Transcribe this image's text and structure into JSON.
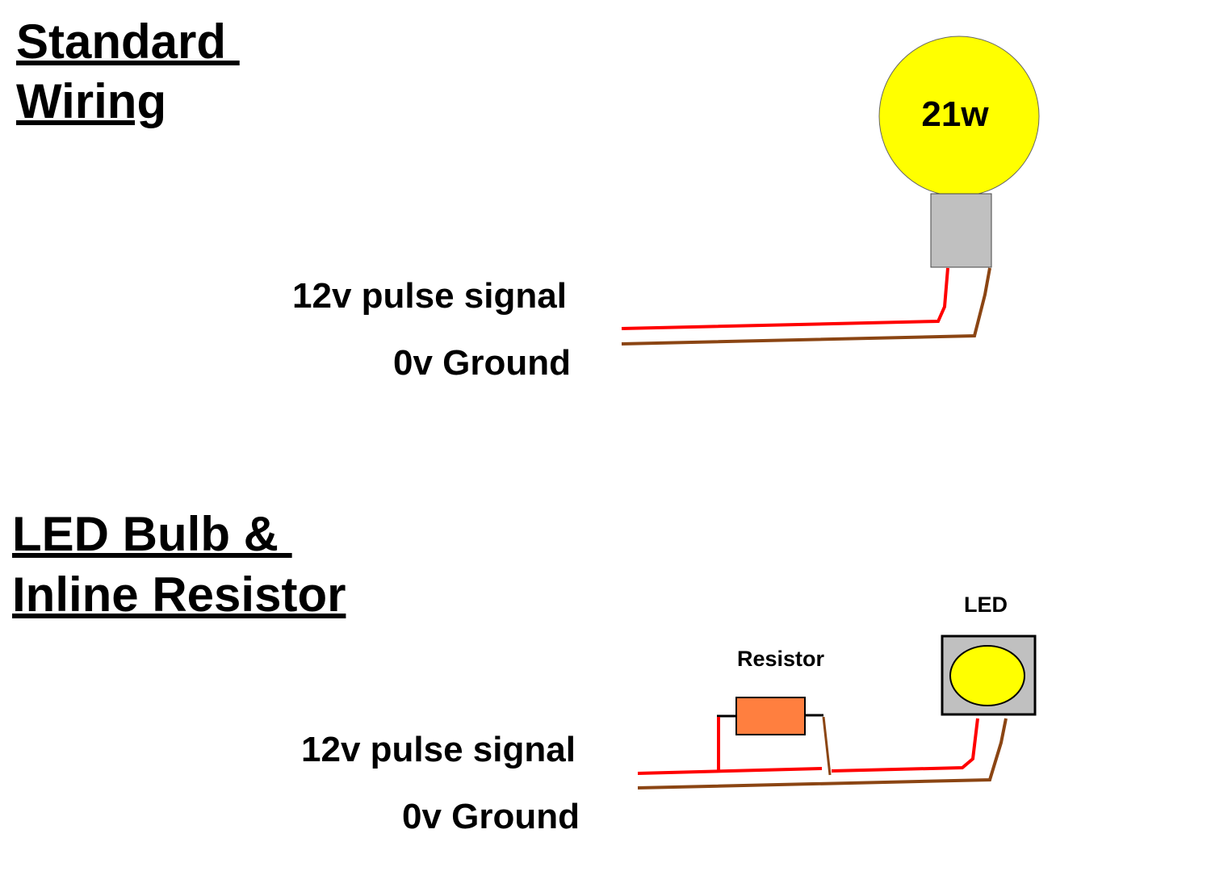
{
  "colors": {
    "signal_wire": "#ff0000",
    "ground_wire": "#8b4513",
    "bulb_fill": "#ffff00",
    "bulb_base": "#c0c0c0",
    "resistor_fill": "#ff7f3f",
    "led_housing": "#c0c0c0"
  },
  "standard": {
    "title_line1": "Standard ",
    "title_line2": "Wiring",
    "bulb_label": "21w",
    "signal_label": "12v pulse signal",
    "ground_label": "0v Ground"
  },
  "led": {
    "title_line1": "LED Bulb & ",
    "title_line2": "Inline Resistor",
    "resistor_label": "Resistor",
    "led_label": "LED",
    "signal_label": "12v pulse signal",
    "ground_label": "0v Ground"
  }
}
